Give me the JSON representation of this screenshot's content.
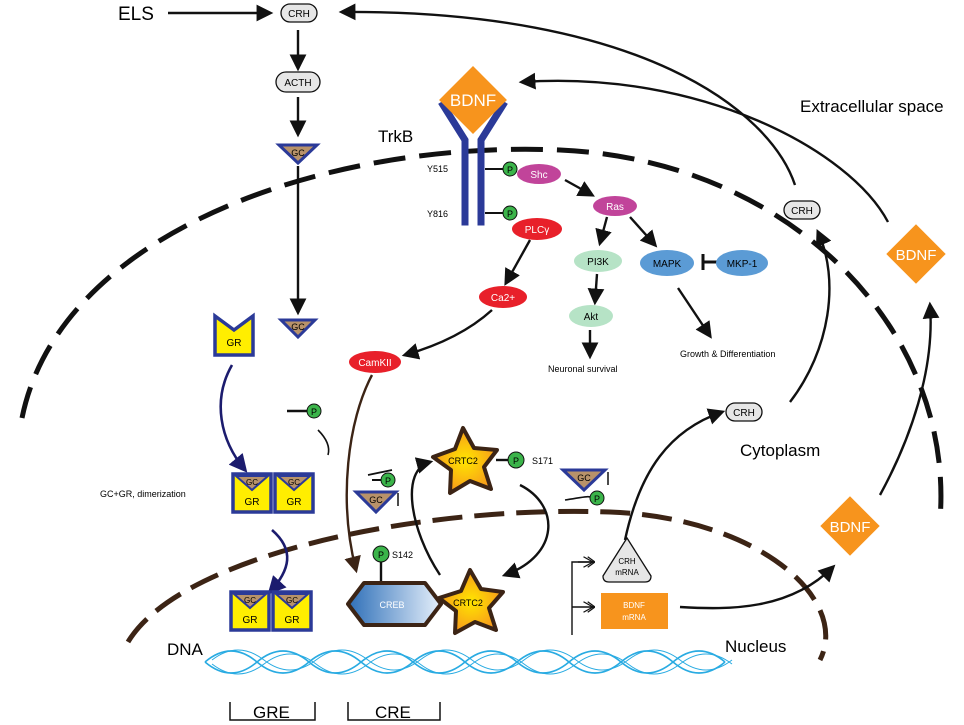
{
  "labels": {
    "els": "ELS",
    "trkb": "TrkB",
    "extracellular": "Extracellular space",
    "cytoplasm": "Cytoplasm",
    "nucleus": "Nucleus",
    "dna": "DNA",
    "gre": "GRE",
    "cre": "CRE",
    "y515": "Y515",
    "y816": "Y816",
    "dimerization": "GC+GR, dimerization",
    "s171": "S171",
    "s142": "S142",
    "neuronal_survival": "Neuronal survival",
    "growth": "Growth & Differentiation"
  },
  "nodes": {
    "crh_top": "CRH",
    "acth": "ACTH",
    "gc": "GC",
    "gr": "GR",
    "bdnf": "BDNF",
    "shc": "Shc",
    "ras": "Ras",
    "plcg": "PLCγ",
    "pi3k": "PI3K",
    "mapk": "MAPK",
    "mkp1": "MKP-1",
    "akt": "Akt",
    "ca2": "Ca2+",
    "camkii": "CamKII",
    "crtc2": "CRTC2",
    "creb": "CREB",
    "crh": "CRH",
    "crh_mrna_1": "CRH",
    "crh_mrna_2": "mRNA",
    "bdnf_mrna_1": "BDNF",
    "bdnf_mrna_2": "mRNA",
    "p": "P"
  },
  "colors": {
    "receptor": "#2b3a98",
    "bdnf": "#f7941d",
    "phospho": "#3bb44a",
    "pink": "#c1449a",
    "red": "#e8202a",
    "mint": "#b6e3c6",
    "blue": "#5b9bd5",
    "gc": "#b8926a",
    "gr": "#ffee00",
    "dna": "#29abe2",
    "brown": "#3c2415"
  }
}
